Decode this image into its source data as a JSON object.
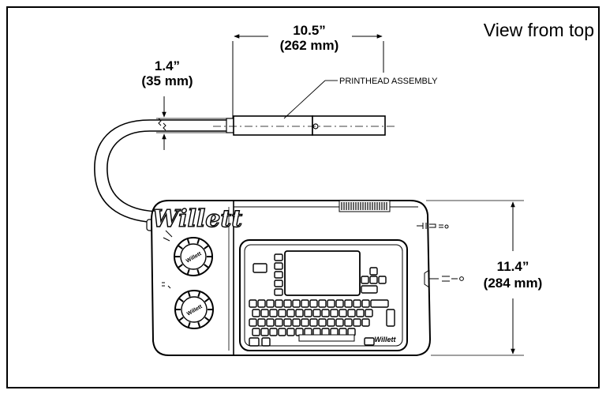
{
  "diagram": {
    "view_label": "View from top",
    "callout_label": "PRINTHEAD ASSEMBLY",
    "dimensions": {
      "width": {
        "inches": "10.5”",
        "mm": "(262 mm)"
      },
      "diameter": {
        "inches": "1.4”",
        "mm": "(35 mm)"
      },
      "height": {
        "inches": "11.4”",
        "mm": "(284 mm)"
      }
    },
    "brand": "Willett",
    "colors": {
      "ink": "#000000",
      "background": "#ffffff"
    }
  }
}
